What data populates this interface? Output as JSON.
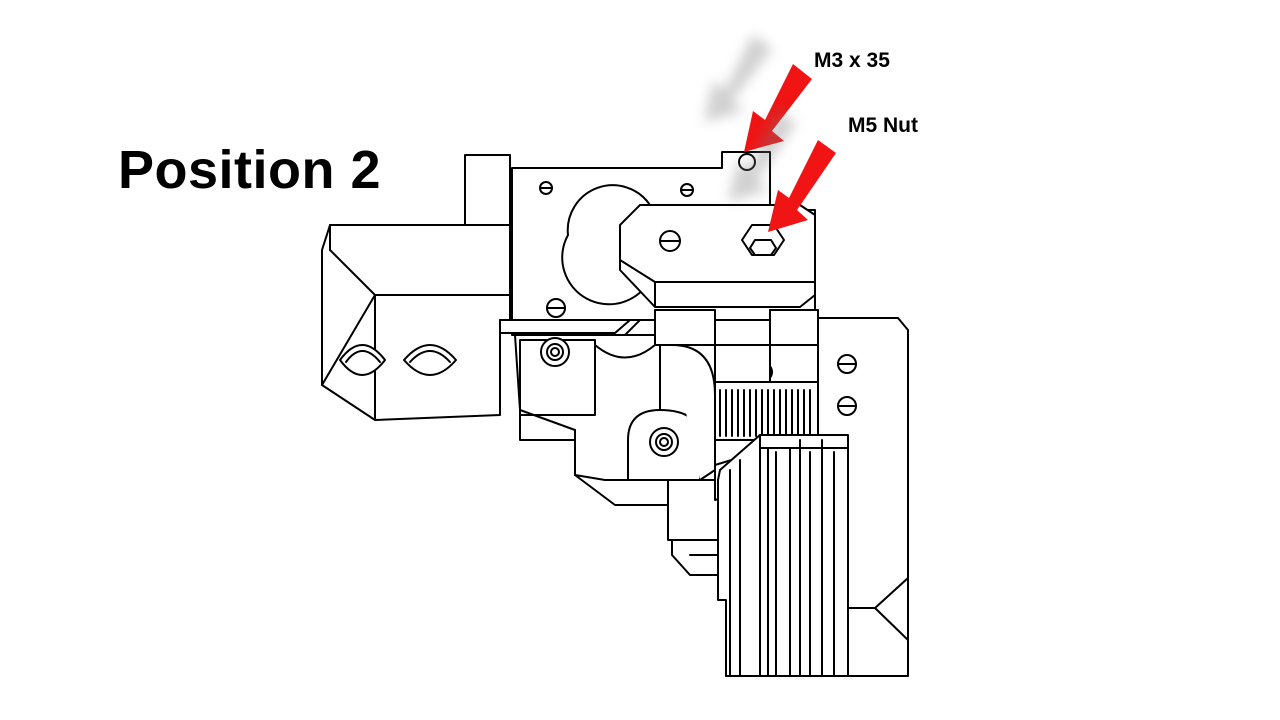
{
  "slide": {
    "title": "Position 2",
    "callouts": [
      {
        "label": "M3 x 35",
        "icon": "red-arrow-icon"
      },
      {
        "label": "M5 Nut",
        "icon": "red-arrow-icon"
      }
    ],
    "colors": {
      "arrow": "#f01414",
      "line": "#000000",
      "background": "#ffffff"
    }
  }
}
